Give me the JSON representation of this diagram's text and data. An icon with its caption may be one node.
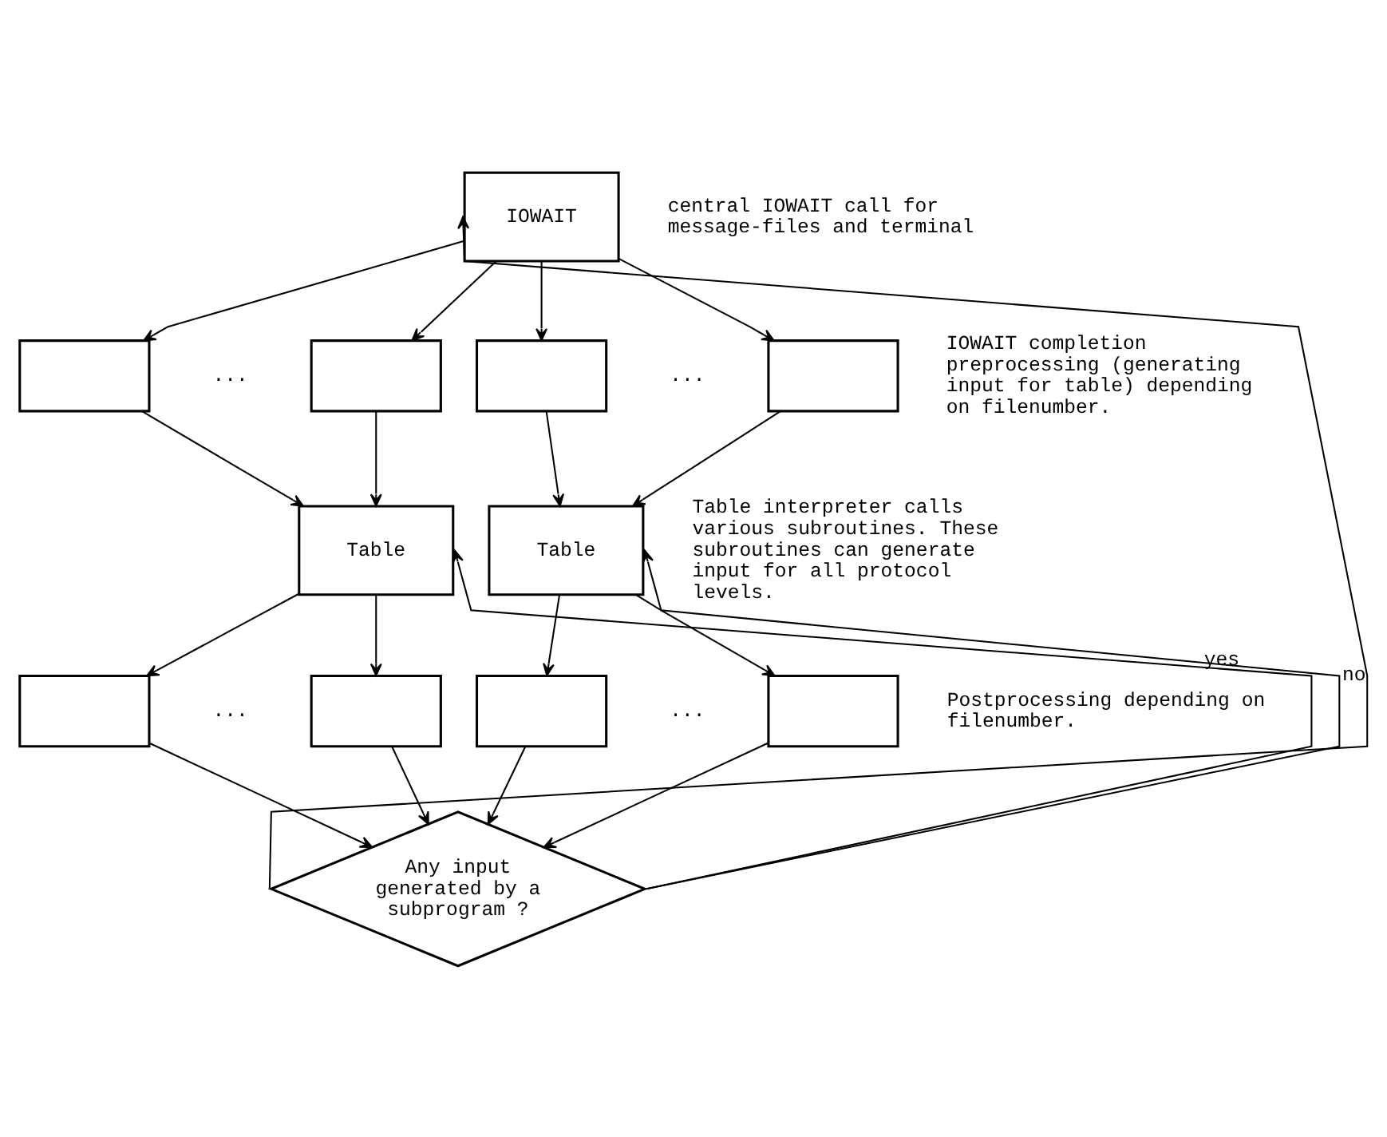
{
  "diagram": {
    "nodes": [
      {
        "text": [
          "IOWAIT"
        ]
      },
      {
        "text": [],
        "shape": "box"
      },
      {
        "text": [],
        "shape": "box"
      },
      {
        "text": [],
        "shape": "box"
      },
      {
        "text": [],
        "shape": "box"
      },
      {
        "text": [
          "Table"
        ]
      },
      {
        "text": [
          "Table"
        ]
      },
      {
        "text": [],
        "shape": "box"
      },
      {
        "text": [],
        "shape": "box"
      },
      {
        "text": [],
        "shape": "box"
      },
      {
        "text": [],
        "shape": "box"
      },
      {
        "text": [
          "Any input generated by a subprogram ?"
        ]
      }
    ],
    "edges": [
      {
        "from": 0,
        "to": 1,
        "arrow": "to"
      },
      {
        "from": 0,
        "to": 2,
        "arrow": "to"
      },
      {
        "from": 0,
        "to": 3,
        "arrow": "to"
      },
      {
        "from": 0,
        "to": 4,
        "arrow": "to"
      },
      {
        "from": 1,
        "to": 5,
        "arrow": "to"
      },
      {
        "from": 2,
        "to": 5,
        "arrow": "to"
      },
      {
        "from": 3,
        "to": 6,
        "arrow": "to"
      },
      {
        "from": 4,
        "to": 6,
        "arrow": "to"
      },
      {
        "from": 5,
        "to": 7,
        "arrow": "to"
      },
      {
        "from": 5,
        "to": 8,
        "arrow": "to"
      },
      {
        "from": 6,
        "to": 9,
        "arrow": "to"
      },
      {
        "from": 6,
        "to": 10,
        "arrow": "to"
      },
      {
        "from": 7,
        "to": 11,
        "arrow": "to"
      },
      {
        "from": 8,
        "to": 11,
        "arrow": "to"
      },
      {
        "from": 9,
        "to": 11,
        "arrow": "to"
      },
      {
        "from": 10,
        "to": 11,
        "arrow": "to"
      },
      {
        "from": 11,
        "to": 0,
        "arrow": "to",
        "label": "no"
      },
      {
        "from": 11,
        "to": 5,
        "arrow": "to",
        "label": "yes"
      },
      {
        "from": 11,
        "to": 6,
        "arrow": "to"
      }
    ],
    "labels": [
      "central IOWAIT call for message-files and terminal",
      "...",
      "...",
      "IOWAIT completion preprocessing (generating input for table) depending on filenumber.",
      "Table interpreter calls various subroutines. These subroutines can generate input for all protocol levels.",
      "...",
      "...",
      "Postprocessing depending on filenumber."
    ]
  }
}
